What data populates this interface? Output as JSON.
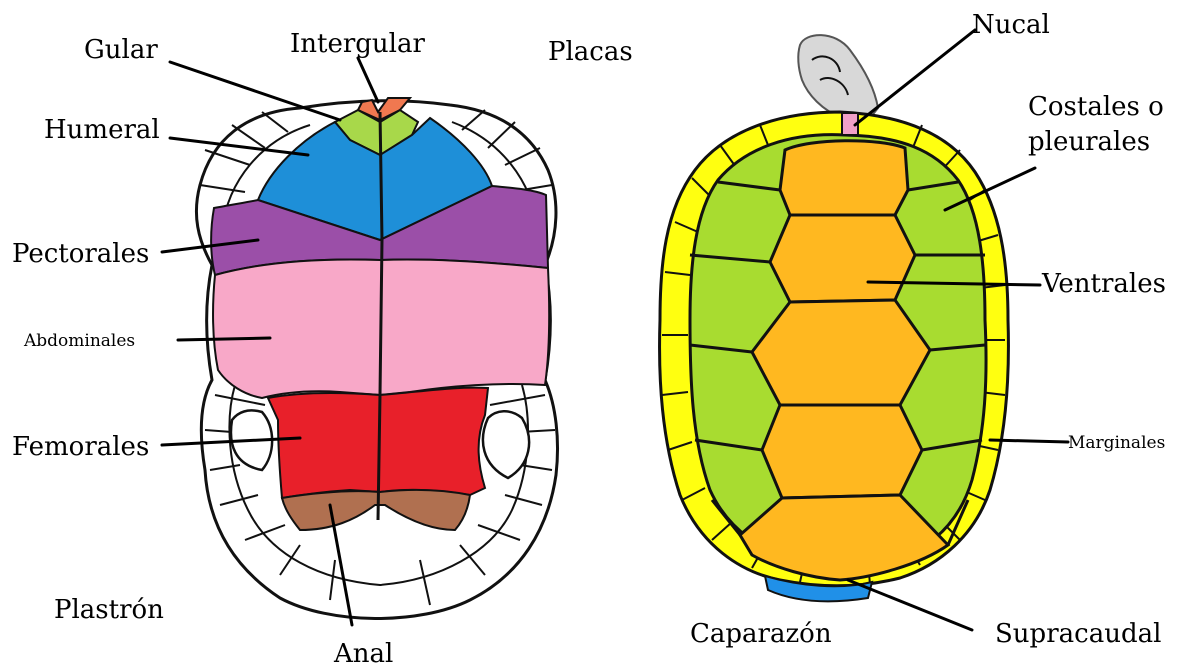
{
  "title": "Placas",
  "plastron": {
    "caption": "Plastrón",
    "labels": {
      "gular": "Gular",
      "intergular": "Intergular",
      "humeral": "Humeral",
      "pectorales": "Pectorales",
      "abdominales": "Abdominales",
      "femorales": "Femorales",
      "anal": "Anal"
    }
  },
  "caparazon": {
    "caption": "Caparazón",
    "labels": {
      "nucal": "Nucal",
      "costales_line1": "Costales o",
      "costales_line2": "pleurales",
      "ventrales": "Ventrales",
      "marginales": "Marginales",
      "supracaudal": "Supracaudal"
    }
  },
  "colors": {
    "intergular": "#f07850",
    "gular": "#a8d84a",
    "humeral": "#1e8fd8",
    "pectorales": "#9b4fa8",
    "abdominales": "#f8a8c8",
    "femorales": "#e8202a",
    "anal": "#b07050",
    "marginales": "#ffff10",
    "costales": "#a8dc30",
    "ventrales": "#ffb820",
    "nucal": "#f0a0c8",
    "supracaudal": "#2090e8",
    "head": "#d8d8d8"
  }
}
